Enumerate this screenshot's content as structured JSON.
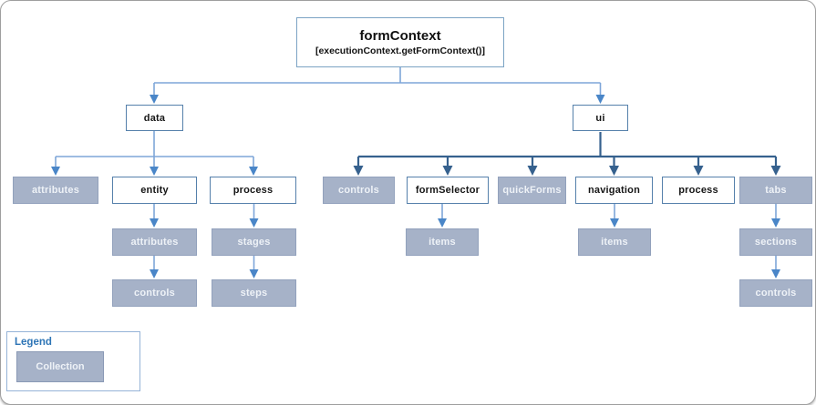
{
  "root": {
    "title": "formContext",
    "subtitle": "[executionContext.getFormContext()]"
  },
  "nodes": {
    "data": "data",
    "ui": "ui",
    "data_attributes": "attributes",
    "data_entity": "entity",
    "data_process": "process",
    "entity_attributes": "attributes",
    "entity_controls": "controls",
    "process_stages": "stages",
    "process_steps": "steps",
    "ui_controls": "controls",
    "ui_form_selector": "formSelector",
    "ui_quick_forms": "quickForms",
    "ui_navigation": "navigation",
    "ui_process": "process",
    "ui_tabs": "tabs",
    "form_selector_items": "items",
    "navigation_items": "items",
    "tabs_sections": "sections",
    "tabs_controls": "controls"
  },
  "legend": {
    "title": "Legend",
    "collection_label": "Collection"
  },
  "colors": {
    "collection_fill": "#a6b2c8",
    "collection_border": "#92a1bc",
    "node_border": "#5580ab",
    "root_border": "#7ba3c4",
    "connector_light": "#7ea6d9",
    "connector_medium": "#4a86c8",
    "connector_dark": "#36618e",
    "legend_title_color": "#2e75b6",
    "outer_border": "#9e9e9e"
  }
}
